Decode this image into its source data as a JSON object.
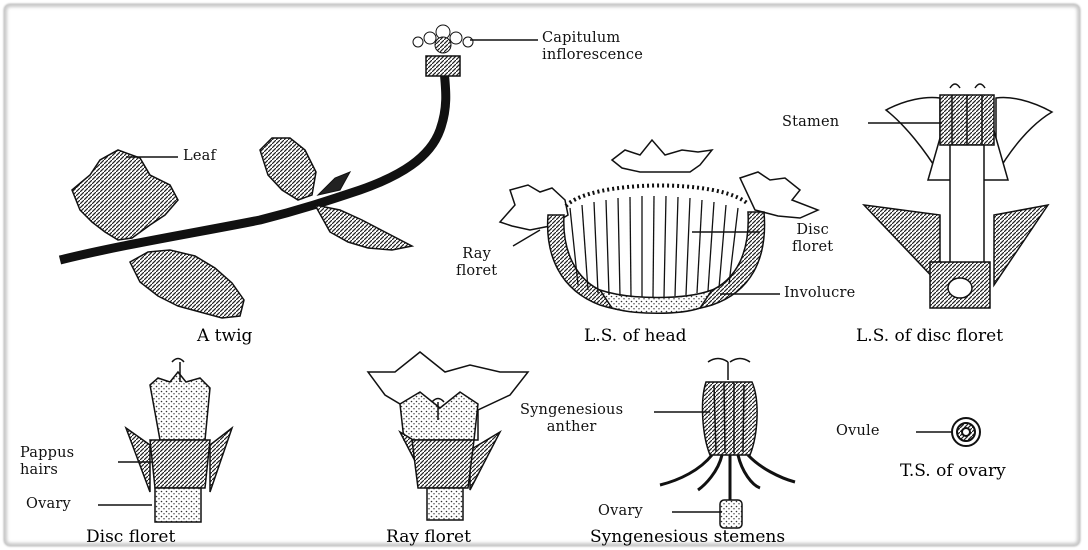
{
  "labels": {
    "capitulum": [
      "Capitulum",
      "inflorescence"
    ],
    "leaf": "Leaf",
    "stamen": "Stamen",
    "ray_floret": [
      "Ray",
      "floret"
    ],
    "disc_floret": [
      "Disc",
      "floret"
    ],
    "involucre": "Involucre",
    "pappus_hairs": [
      "Pappus",
      "hairs"
    ],
    "ovary_disc": "Ovary",
    "syngenesious_anther": [
      "Syngenesious",
      "anther"
    ],
    "ovule": "Ovule",
    "ovary_stamens": "Ovary"
  },
  "captions": {
    "twig": "A twig",
    "ls_head": "L.S. of head",
    "ls_disc": "L.S. of disc floret",
    "disc_floret": "Disc floret",
    "ray_floret": "Ray floret",
    "syngenesious_stamens": "Syngenesious stemens",
    "ts_ovary": "T.S. of ovary"
  }
}
